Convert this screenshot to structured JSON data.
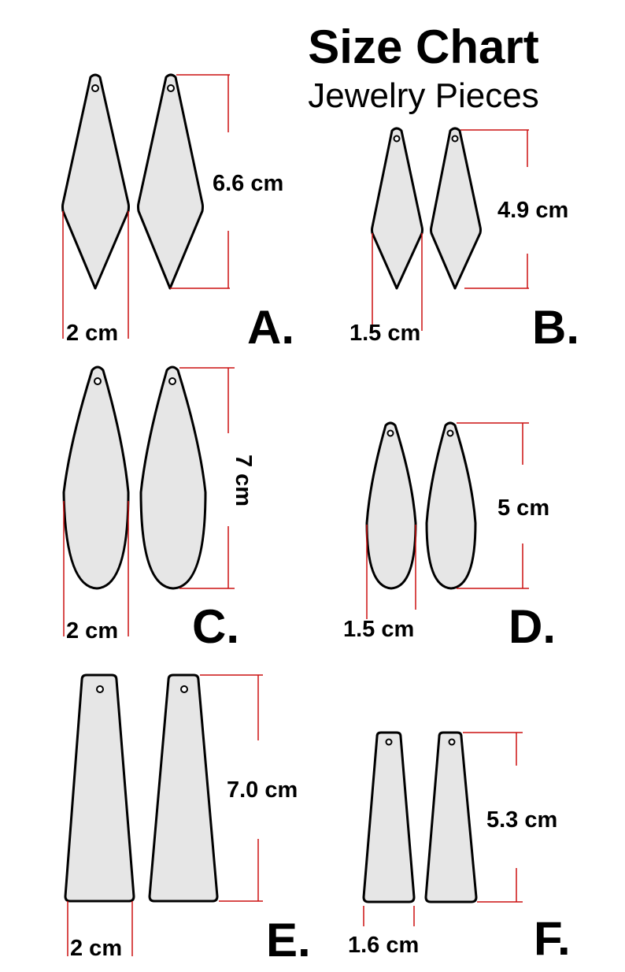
{
  "header": {
    "title": "Size Chart",
    "subtitle": "Jewelry Pieces"
  },
  "colors": {
    "piece_fill": "#e6e6e6",
    "outline": "#000000",
    "dimension_line": "#cc1111"
  },
  "pieces": [
    {
      "id": "A",
      "label": "A.",
      "shape": "diamond",
      "height": "6.6 cm",
      "width": "2 cm"
    },
    {
      "id": "B",
      "label": "B.",
      "shape": "diamond",
      "height": "4.9 cm",
      "width": "1.5 cm"
    },
    {
      "id": "C",
      "label": "C.",
      "shape": "teardrop",
      "height": "7 cm",
      "width": "2 cm"
    },
    {
      "id": "D",
      "label": "D.",
      "shape": "teardrop",
      "height": "5 cm",
      "width": "1.5 cm"
    },
    {
      "id": "E",
      "label": "E.",
      "shape": "tapered-bar",
      "height": "7.0 cm",
      "width": "2 cm"
    },
    {
      "id": "F",
      "label": "F.",
      "shape": "tapered-bar",
      "height": "5.3 cm",
      "width": "1.6 cm"
    }
  ]
}
